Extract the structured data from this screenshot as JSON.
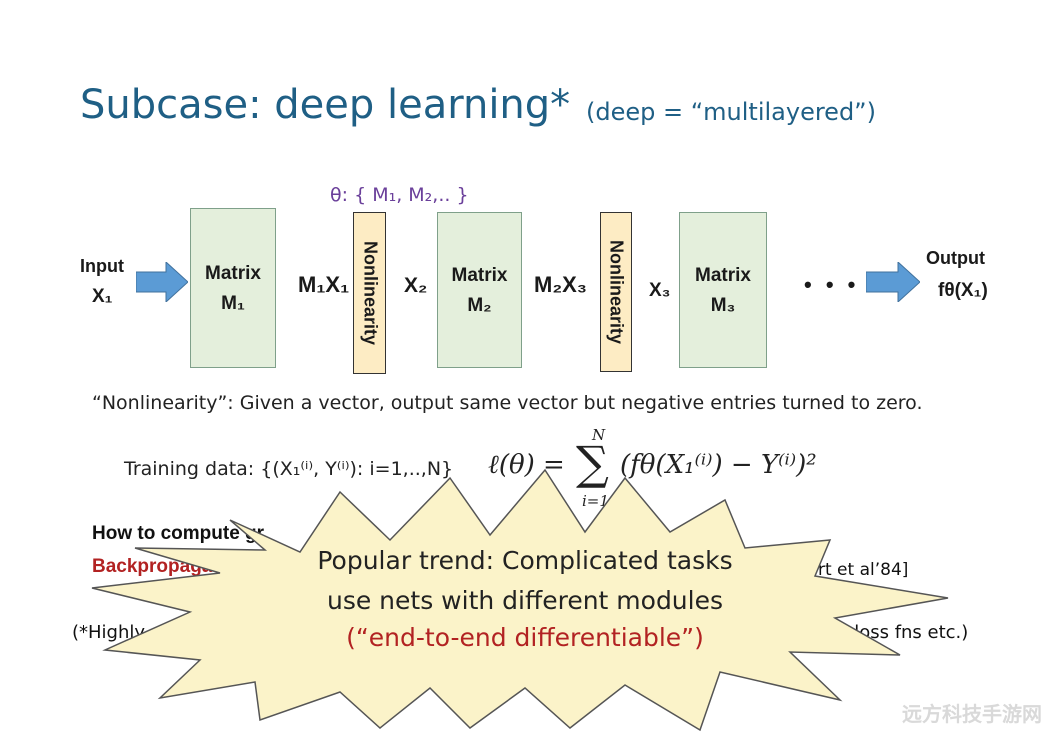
{
  "slide": {
    "title": "Subcase: deep learning*",
    "subtitle": "(deep = “multilayered”)",
    "theta_param": "θ: { M₁, M₂,.. }"
  },
  "diagram": {
    "input_label": "Input",
    "input_var": "X₁",
    "output_label": "Output",
    "output_var": "fθ(X₁)",
    "matrix_word": "Matrix",
    "matrix_1": "M₁",
    "matrix_2": "M₂",
    "matrix_3": "M₃",
    "nonlinearity_label": "Nonlinearity",
    "product_1": "M₁X₁",
    "x2": "X₂",
    "product_2": "M₂X₃",
    "x3": "X₃",
    "ellipsis": "• • •",
    "arrow_color": "#5b9bd5",
    "matrix_fill": "#e4efdc",
    "nonlinearity_fill": "#fdecc4"
  },
  "text": {
    "nonlinearity_def": "“Nonlinearity”: Given a vector, output same vector but negative entries turned to zero.",
    "training_data": "Training data: {(X₁⁽ⁱ⁾, Y⁽ⁱ⁾): i=1,..,N}",
    "loss_lhs": "ℓ(θ) =",
    "loss_sum": "∑",
    "loss_sum_top": "N",
    "loss_sum_bottom": "i=1",
    "loss_term": "(fθ(X₁⁽ⁱ⁾) − Y⁽ⁱ⁾)²",
    "bp_heading": "How to compute gr",
    "bp_name": "Backpropagatio",
    "citation": "rt et al’84]",
    "footnote_left": "(*Highly simplif",
    "footnote_right": "er loss fns etc.)"
  },
  "callout": {
    "line1": "Popular trend: Complicated tasks",
    "line2": "use nets with different modules",
    "line3": "(“end-to-end differentiable”)",
    "fill": "#fbf3c9",
    "highlight_color": "#b22222"
  },
  "watermark": "远方科技手游网"
}
